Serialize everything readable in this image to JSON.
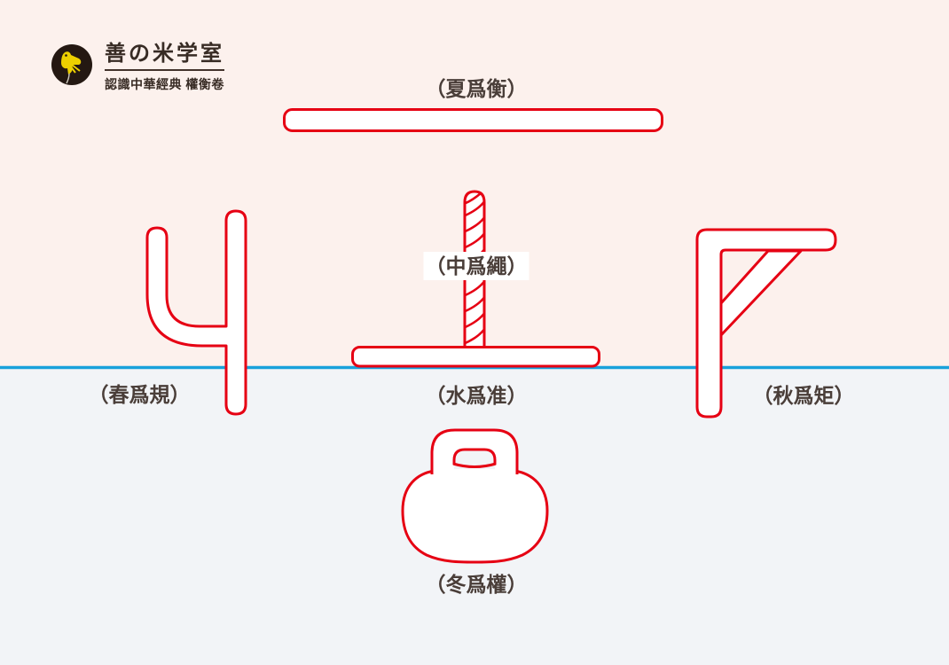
{
  "logo": {
    "brand": "善の米学室",
    "subtitle": "認識中華經典 權衡卷"
  },
  "labels": {
    "beam": "（夏爲衡）",
    "rope": "（中爲繩）",
    "compass": "（春爲規）",
    "level": "（水爲准）",
    "square": "（秋爲矩）",
    "weight": "（冬爲權）"
  },
  "colors": {
    "outline_red": "#e60013",
    "divider_blue": "#19a1db",
    "background_top": "#fcf1ed",
    "background_bottom": "#f2f4f7",
    "label_text": "#4a3e39",
    "logo_circle": "#241812",
    "bird_yellow": "#edd000",
    "shape_fill": "#ffffff"
  },
  "icons": {
    "logo_mark": "bird-logo"
  }
}
